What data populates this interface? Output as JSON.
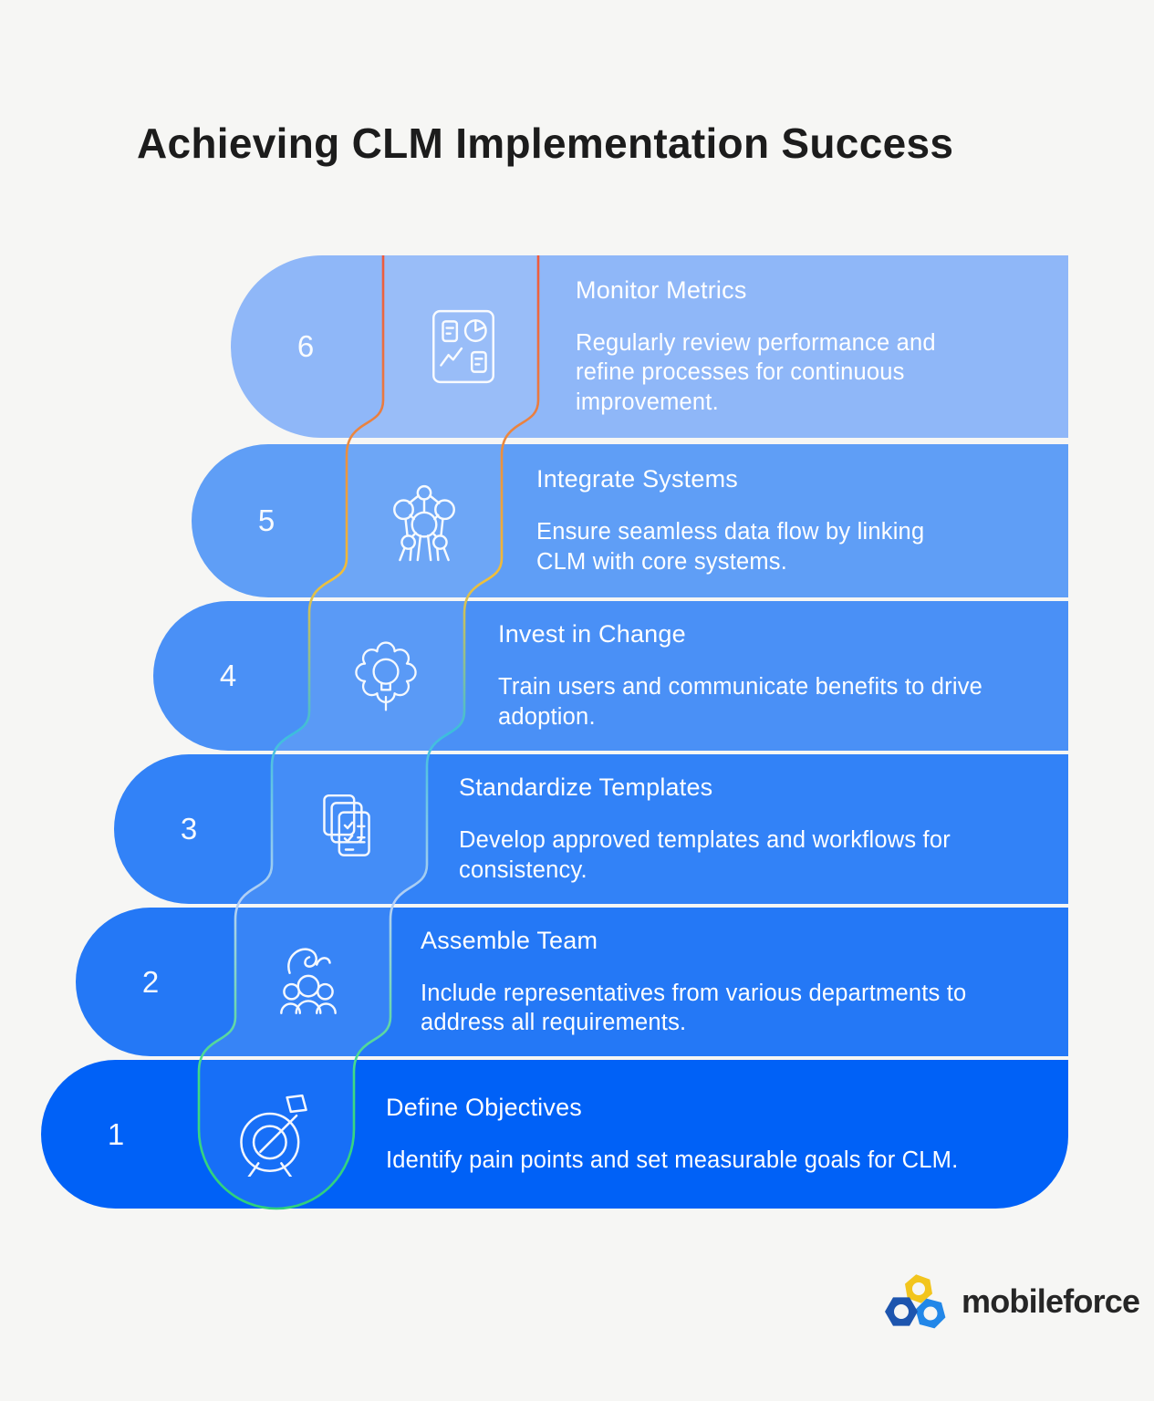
{
  "page": {
    "title": "Achieving CLM Implementation Success",
    "background": "#f6f6f4"
  },
  "steps": [
    {
      "number": "6",
      "title": "Monitor Metrics",
      "description": "Regularly review performance and refine processes for continuous improvement.",
      "icon": "dashboard-metrics-icon",
      "color": "#8fb7f8"
    },
    {
      "number": "5",
      "title": "Integrate Systems",
      "description": "Ensure seamless data flow by linking CLM with core systems.",
      "icon": "network-nodes-icon",
      "color": "#5f9ef6"
    },
    {
      "number": "4",
      "title": "Invest in Change",
      "description": "Train users and communicate benefits to drive adoption.",
      "icon": "gear-lightbulb-icon",
      "color": "#4a90f6"
    },
    {
      "number": "3",
      "title": "Standardize Templates",
      "description": "Develop approved templates and workflows for consistency.",
      "icon": "templates-documents-icon",
      "color": "#3282f7"
    },
    {
      "number": "2",
      "title": "Assemble Team",
      "description": "Include representatives from various departments to address all requirements.",
      "icon": "team-people-icon",
      "color": "#2478f6"
    },
    {
      "number": "1",
      "title": "Define Objectives",
      "description": "Identify pain points and set measurable goals for CLM.",
      "icon": "target-arrow-icon",
      "color": "#0061f7"
    }
  ],
  "ribbon": {
    "gradient": [
      "#ee5a3e",
      "#ea7c40",
      "#f1c039",
      "#3bbedc",
      "#b7d0f6",
      "#3eda85",
      "#2fd07c"
    ]
  },
  "logo": {
    "text": "mobileforce",
    "hex_yellow": "#f2c51d",
    "hex_dark_blue": "#1d55ae",
    "hex_light_blue": "#2287e8"
  }
}
